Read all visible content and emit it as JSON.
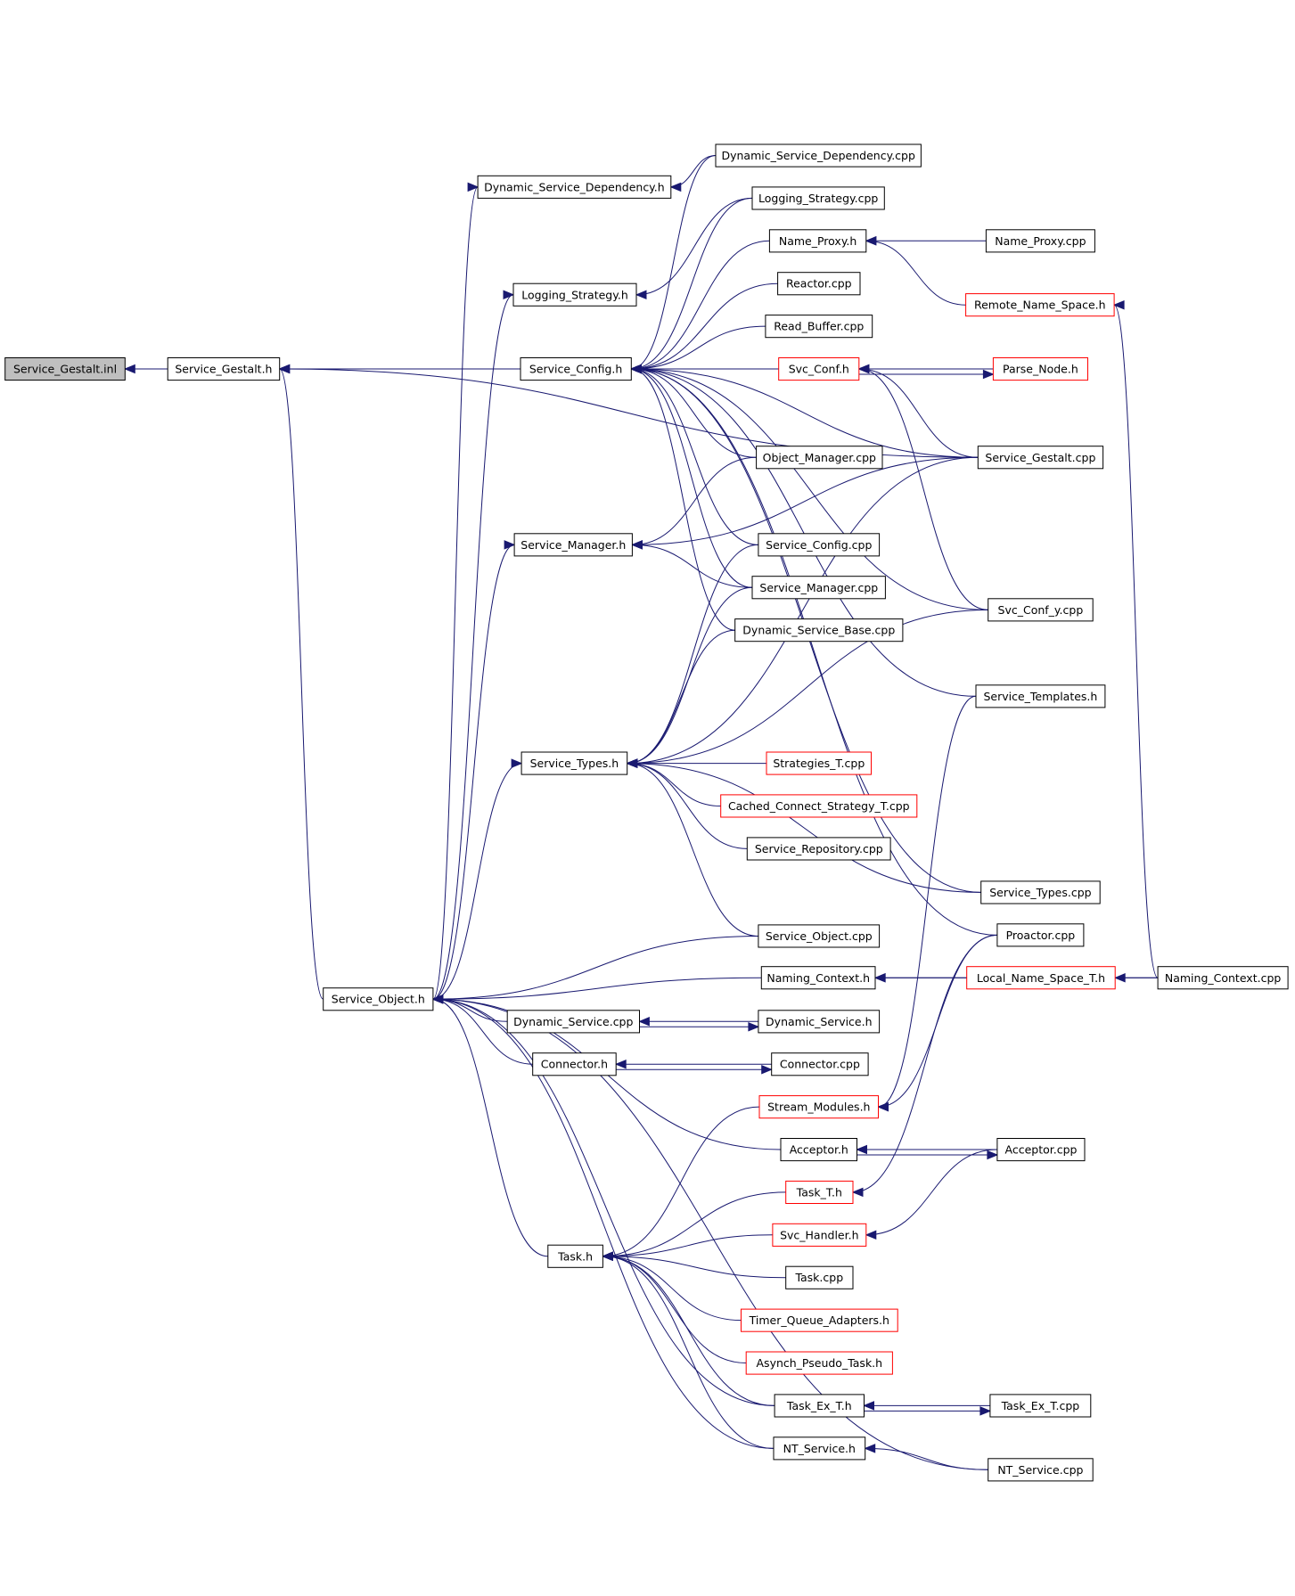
{
  "graph": {
    "nodes": [
      {
        "id": "n00",
        "label": "Service_Gestalt.inl",
        "style": "root",
        "interactable": false
      },
      {
        "id": "n01",
        "label": "Service_Gestalt.h",
        "style": "normal",
        "interactable": true
      },
      {
        "id": "n02",
        "label": "Dynamic_Service_Dependency.h",
        "style": "normal",
        "interactable": true
      },
      {
        "id": "n03",
        "label": "Logging_Strategy.h",
        "style": "normal",
        "interactable": true
      },
      {
        "id": "n04",
        "label": "Service_Config.h",
        "style": "normal",
        "interactable": true
      },
      {
        "id": "n05",
        "label": "Service_Manager.h",
        "style": "normal",
        "interactable": true
      },
      {
        "id": "n06",
        "label": "Service_Types.h",
        "style": "normal",
        "interactable": true
      },
      {
        "id": "n07",
        "label": "Service_Object.h",
        "style": "normal",
        "interactable": true
      },
      {
        "id": "n08",
        "label": "Dynamic_Service.cpp",
        "style": "normal",
        "interactable": true
      },
      {
        "id": "n09",
        "label": "Connector.h",
        "style": "normal",
        "interactable": true
      },
      {
        "id": "n10",
        "label": "Task.h",
        "style": "normal",
        "interactable": true
      },
      {
        "id": "n11",
        "label": "Dynamic_Service_Dependency.cpp",
        "style": "normal",
        "interactable": true
      },
      {
        "id": "n12",
        "label": "Logging_Strategy.cpp",
        "style": "normal",
        "interactable": true
      },
      {
        "id": "n13",
        "label": "Name_Proxy.h",
        "style": "normal",
        "interactable": true
      },
      {
        "id": "n14",
        "label": "Reactor.cpp",
        "style": "normal",
        "interactable": true
      },
      {
        "id": "n15",
        "label": "Read_Buffer.cpp",
        "style": "normal",
        "interactable": true
      },
      {
        "id": "n16",
        "label": "Svc_Conf.h",
        "style": "red",
        "interactable": true
      },
      {
        "id": "n17",
        "label": "Object_Manager.cpp",
        "style": "normal",
        "interactable": true
      },
      {
        "id": "n18",
        "label": "Service_Config.cpp",
        "style": "normal",
        "interactable": true
      },
      {
        "id": "n19",
        "label": "Service_Manager.cpp",
        "style": "normal",
        "interactable": true
      },
      {
        "id": "n20",
        "label": "Dynamic_Service_Base.cpp",
        "style": "normal",
        "interactable": true
      },
      {
        "id": "n21",
        "label": "Strategies_T.cpp",
        "style": "red",
        "interactable": true
      },
      {
        "id": "n22",
        "label": "Cached_Connect_Strategy_T.cpp",
        "style": "red",
        "interactable": true
      },
      {
        "id": "n23",
        "label": "Service_Repository.cpp",
        "style": "normal",
        "interactable": true
      },
      {
        "id": "n24",
        "label": "Service_Object.cpp",
        "style": "normal",
        "interactable": true
      },
      {
        "id": "n25",
        "label": "Naming_Context.h",
        "style": "normal",
        "interactable": true
      },
      {
        "id": "n26",
        "label": "Dynamic_Service.h",
        "style": "normal",
        "interactable": true
      },
      {
        "id": "n27",
        "label": "Connector.cpp",
        "style": "normal",
        "interactable": true
      },
      {
        "id": "n28",
        "label": "Stream_Modules.h",
        "style": "red",
        "interactable": true
      },
      {
        "id": "n29",
        "label": "Acceptor.h",
        "style": "normal",
        "interactable": true
      },
      {
        "id": "n30",
        "label": "Task_T.h",
        "style": "red",
        "interactable": true
      },
      {
        "id": "n31",
        "label": "Svc_Handler.h",
        "style": "red",
        "interactable": true
      },
      {
        "id": "n32",
        "label": "Task.cpp",
        "style": "normal",
        "interactable": true
      },
      {
        "id": "n33",
        "label": "Timer_Queue_Adapters.h",
        "style": "red",
        "interactable": true
      },
      {
        "id": "n34",
        "label": "Asynch_Pseudo_Task.h",
        "style": "red",
        "interactable": true
      },
      {
        "id": "n35",
        "label": "Task_Ex_T.h",
        "style": "normal",
        "interactable": true
      },
      {
        "id": "n36",
        "label": "NT_Service.h",
        "style": "normal",
        "interactable": true
      },
      {
        "id": "n37",
        "label": "Name_Proxy.cpp",
        "style": "normal",
        "interactable": true
      },
      {
        "id": "n38",
        "label": "Remote_Name_Space.h",
        "style": "red",
        "interactable": true
      },
      {
        "id": "n39",
        "label": "Parse_Node.h",
        "style": "red",
        "interactable": true
      },
      {
        "id": "n40",
        "label": "Service_Gestalt.cpp",
        "style": "normal",
        "interactable": true
      },
      {
        "id": "n41",
        "label": "Svc_Conf_y.cpp",
        "style": "normal",
        "interactable": true
      },
      {
        "id": "n42",
        "label": "Service_Templates.h",
        "style": "normal",
        "interactable": true
      },
      {
        "id": "n43",
        "label": "Service_Types.cpp",
        "style": "normal",
        "interactable": true
      },
      {
        "id": "n44",
        "label": "Proactor.cpp",
        "style": "normal",
        "interactable": true
      },
      {
        "id": "n45",
        "label": "Local_Name_Space_T.h",
        "style": "red",
        "interactable": true
      },
      {
        "id": "n46",
        "label": "Acceptor.cpp",
        "style": "normal",
        "interactable": true
      },
      {
        "id": "n47",
        "label": "Task_Ex_T.cpp",
        "style": "normal",
        "interactable": true
      },
      {
        "id": "n48",
        "label": "NT_Service.cpp",
        "style": "normal",
        "interactable": true
      },
      {
        "id": "n49",
        "label": "Naming_Context.cpp",
        "style": "normal",
        "interactable": true
      }
    ],
    "edges": [
      [
        "n01",
        "n00"
      ],
      [
        "n04",
        "n01"
      ],
      [
        "n07",
        "n01"
      ],
      [
        "n40",
        "n01"
      ],
      [
        "n11",
        "n02"
      ],
      [
        "n07",
        "n02"
      ],
      [
        "n12",
        "n03"
      ],
      [
        "n07",
        "n03"
      ],
      [
        "n11",
        "n04"
      ],
      [
        "n12",
        "n04"
      ],
      [
        "n13",
        "n04"
      ],
      [
        "n14",
        "n04"
      ],
      [
        "n15",
        "n04"
      ],
      [
        "n16",
        "n04"
      ],
      [
        "n17",
        "n04"
      ],
      [
        "n18",
        "n04"
      ],
      [
        "n19",
        "n04"
      ],
      [
        "n20",
        "n04"
      ],
      [
        "n40",
        "n04"
      ],
      [
        "n41",
        "n04"
      ],
      [
        "n42",
        "n04"
      ],
      [
        "n43",
        "n04"
      ],
      [
        "n44",
        "n04"
      ],
      [
        "n37",
        "n13"
      ],
      [
        "n38",
        "n13"
      ],
      [
        "n41",
        "n16"
      ],
      [
        "n39",
        "n16"
      ],
      [
        "n16",
        "n39"
      ],
      [
        "n40",
        "n16"
      ],
      [
        "n17",
        "n05"
      ],
      [
        "n19",
        "n05"
      ],
      [
        "n40",
        "n05"
      ],
      [
        "n07",
        "n05"
      ],
      [
        "n18",
        "n06"
      ],
      [
        "n19",
        "n06"
      ],
      [
        "n20",
        "n06"
      ],
      [
        "n40",
        "n06"
      ],
      [
        "n41",
        "n06"
      ],
      [
        "n21",
        "n06"
      ],
      [
        "n22",
        "n06"
      ],
      [
        "n23",
        "n06"
      ],
      [
        "n24",
        "n06"
      ],
      [
        "n43",
        "n06"
      ],
      [
        "n07",
        "n06"
      ],
      [
        "n24",
        "n07"
      ],
      [
        "n25",
        "n07"
      ],
      [
        "n08",
        "n07"
      ],
      [
        "n09",
        "n07"
      ],
      [
        "n29",
        "n07"
      ],
      [
        "n10",
        "n07"
      ],
      [
        "n35",
        "n07"
      ],
      [
        "n36",
        "n07"
      ],
      [
        "n48",
        "n07"
      ],
      [
        "n26",
        "n08"
      ],
      [
        "n08",
        "n26"
      ],
      [
        "n27",
        "n09"
      ],
      [
        "n09",
        "n27"
      ],
      [
        "n45",
        "n25"
      ],
      [
        "n49",
        "n25"
      ],
      [
        "n49",
        "n45"
      ],
      [
        "n49",
        "n38"
      ],
      [
        "n42",
        "n28"
      ],
      [
        "n44",
        "n28"
      ],
      [
        "n46",
        "n29"
      ],
      [
        "n29",
        "n46"
      ],
      [
        "n28",
        "n10"
      ],
      [
        "n30",
        "n10"
      ],
      [
        "n31",
        "n10"
      ],
      [
        "n32",
        "n10"
      ],
      [
        "n33",
        "n10"
      ],
      [
        "n34",
        "n10"
      ],
      [
        "n35",
        "n10"
      ],
      [
        "n36",
        "n10"
      ],
      [
        "n44",
        "n30"
      ],
      [
        "n46",
        "n31"
      ],
      [
        "n47",
        "n35"
      ],
      [
        "n35",
        "n47"
      ],
      [
        "n48",
        "n36"
      ]
    ]
  }
}
